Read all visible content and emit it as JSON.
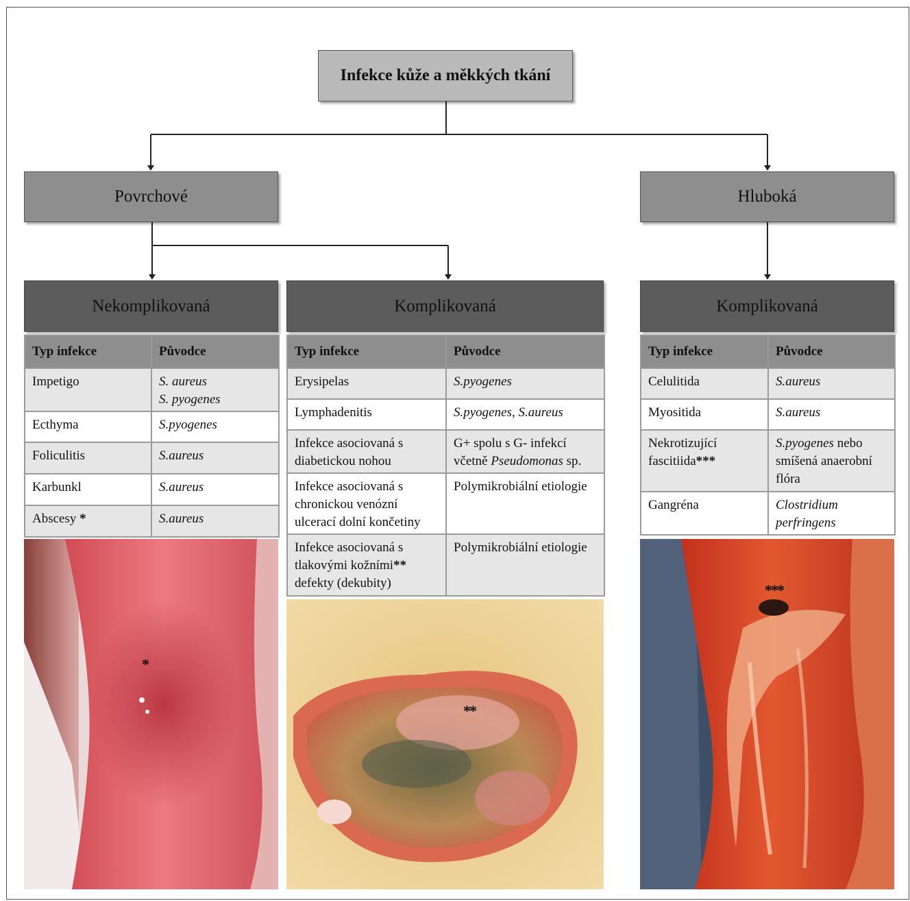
{
  "root": {
    "title": "Infekce kůže a měkkých tkání"
  },
  "superficial": {
    "title": "Povrchové",
    "uncomplicated": {
      "title": "Nekomplikovaná",
      "headers": [
        "Typ infekce",
        "Původce"
      ],
      "rows": [
        {
          "type": "Impetigo",
          "agent": "S. aureus",
          "agent2": "S. pyogenes"
        },
        {
          "type": "Ecthyma",
          "agent": "S.pyogenes"
        },
        {
          "type": "Foliculitis",
          "agent": "S.aureus"
        },
        {
          "type": "Karbunkl",
          "agent": "S.aureus"
        },
        {
          "type": "Abscesy",
          "mark": "*",
          "agent": "S.aureus"
        }
      ]
    },
    "complicated": {
      "title": "Komplikovaná",
      "headers": [
        "Typ infekce",
        "Původce"
      ],
      "rows": [
        {
          "type": "Erysipelas",
          "agent": "S.pyogenes"
        },
        {
          "type": "Lymphadenitis",
          "agent": "S.pyogenes, S.aureus"
        },
        {
          "type": "Infekce asociovaná s diabetickou nohou",
          "agent_pre": "G+ spolu s G- infekcí včetně ",
          "agent_italic": "Pseudomonas",
          "agent_post": " sp."
        },
        {
          "type": "Infekce asociovaná s chronickou venózní ulcerací dolní končetiny",
          "agent": "Polymikrobiální etiologie"
        },
        {
          "type": "Infekce asociovaná s tlakovými kožními",
          "mark": "**",
          "type_post": "defekty (dekubity)",
          "agent": "Polymikrobiální etiologie"
        }
      ]
    }
  },
  "deep": {
    "title": "Hluboká",
    "complicated": {
      "title": "Komplikovaná",
      "headers": [
        "Typ infekce",
        "Původce"
      ],
      "rows": [
        {
          "type": "Celulitida",
          "agent": "S.aureus"
        },
        {
          "type": "Myositida",
          "agent": "S.aureus"
        },
        {
          "type": "Nekrotizující fascitiida",
          "mark": "***",
          "agent_italic": "S.pyogenes",
          "agent_post": " nebo smíšená anaerobní flóra"
        },
        {
          "type": "Gangréna",
          "agent": "Clostridium perfringens"
        }
      ]
    }
  },
  "photos": {
    "abscess_mark": "*",
    "ulcer_mark": "**",
    "fasciitis_mark": "***"
  },
  "colors": {
    "root_fill": "#b9b9b9",
    "level1_fill": "#8e8e8e",
    "level2_fill": "#5c5c5c",
    "row_alt": "#e6e6e6"
  }
}
